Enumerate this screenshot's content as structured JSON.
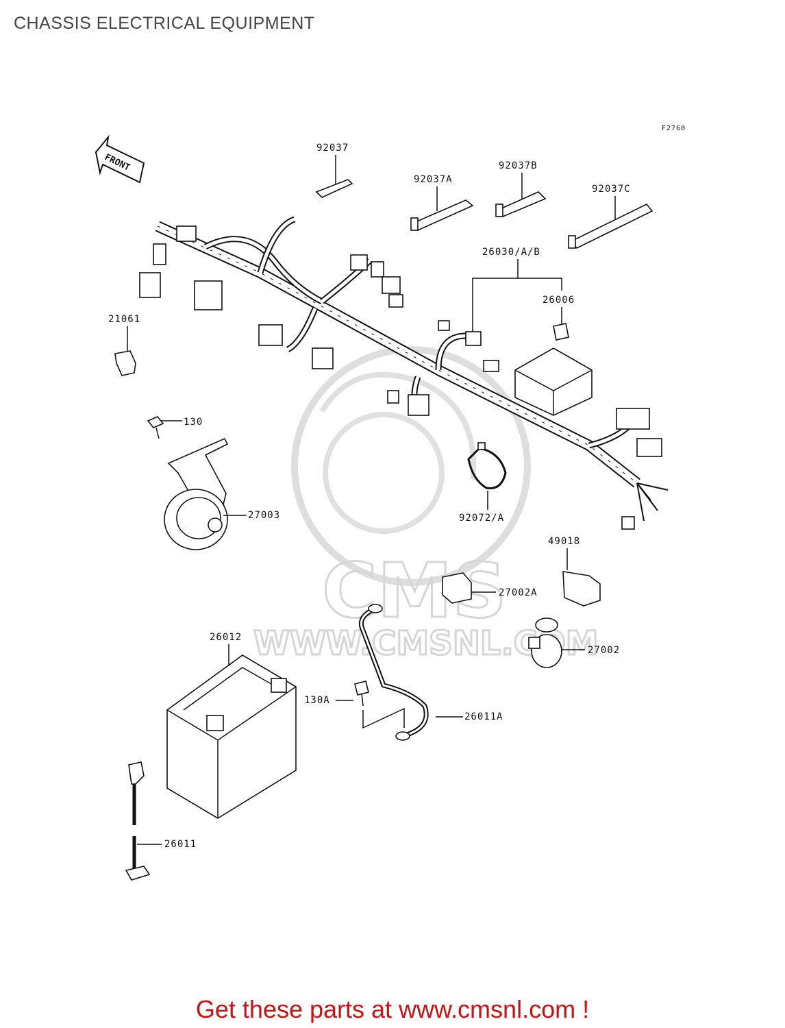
{
  "title": "CHASSIS ELECTRICAL EQUIPMENT",
  "figure_code": "F2760",
  "front_label": "FRONT",
  "parts": {
    "p92037": "92037",
    "p92037A": "92037A",
    "p92037B": "92037B",
    "p92037C": "92037C",
    "p26030": "26030/A/B",
    "p26006": "26006",
    "p21061": "21061",
    "p130": "130",
    "p27003": "27003",
    "p92072": "92072/A",
    "p49018": "49018",
    "p27002A": "27002A",
    "p27002": "27002",
    "p26012": "26012",
    "p130A": "130A",
    "p26011A": "26011A",
    "p26011": "26011"
  },
  "watermark": {
    "brand": "CMS",
    "url": "WWW.CMSNL.COM"
  },
  "footer": "Get these parts at www.cmsnl.com !"
}
